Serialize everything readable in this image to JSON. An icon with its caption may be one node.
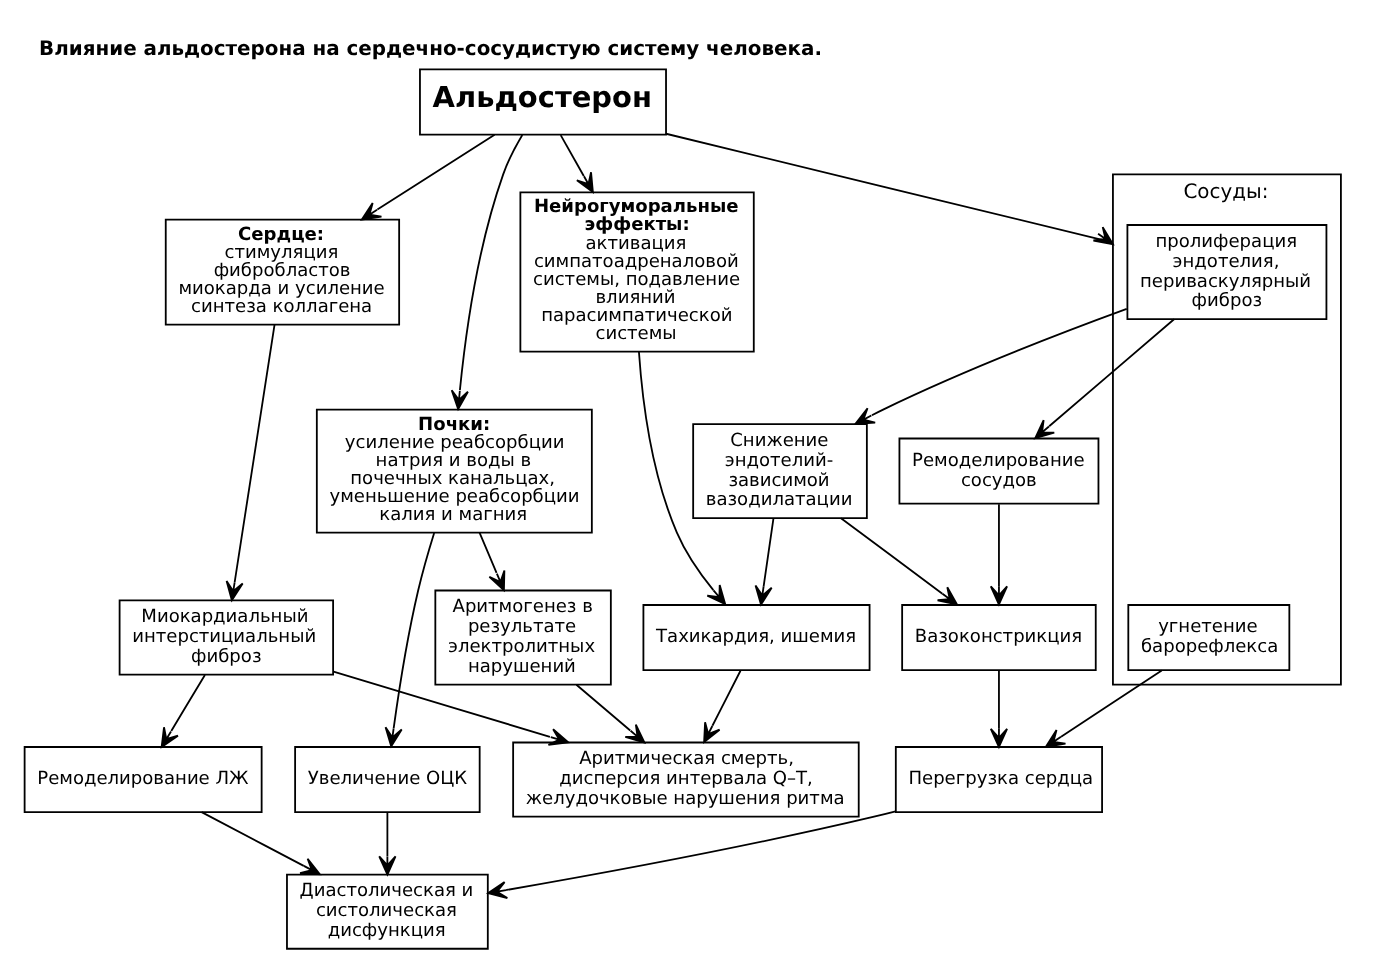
{
  "diagram": {
    "title": "Влияние альдостерона на сердечно-сосудистую систему человека.",
    "nodes": [
      {
        "text": [
          "Альдостерон"
        ]
      },
      {
        "text": [
          "Почки:",
          "усиление реабсорбции натрия и воды в почечных канальцах, уменьшение реабсорбции калия и магния"
        ]
      },
      {
        "text": [
          "Нейрогуморальные эффекты:",
          "активация симпатоадреналовой системы, подавление влияний парасимпатической системы"
        ]
      },
      {
        "text": [
          "Сердце:",
          "стимуляция фибробластов миокарда и усиление синтеза коллагена"
        ]
      },
      {
        "text": [
          "Сосуды:"
        ]
      },
      {
        "text": [
          "пролиферация эндотелия, периваскулярный фиброз"
        ],
        "in": 4
      },
      {
        "text": [
          "угнетение барорефлекса"
        ],
        "in": 4
      },
      {
        "text": [
          "Увеличение ОЦК"
        ]
      },
      {
        "text": [
          "Аритмогенез в результате электролитных нарушений"
        ]
      },
      {
        "text": [
          "Тахикардия, ишемия"
        ]
      },
      {
        "text": [
          "Миокардиальный интерстициальный фиброз"
        ]
      },
      {
        "text": [
          "Ремоделирование сосудов"
        ]
      },
      {
        "text": [
          "Снижение эндотелий-зависимой вазодилатации"
        ]
      },
      {
        "text": [
          "Ремоделирование ЛЖ"
        ]
      },
      {
        "text": [
          "Вазоконстрикция"
        ]
      },
      {
        "text": [
          "Аритмическая смерть, дисперсия интервала Q–T, желудочковые нарушения ритма"
        ]
      },
      {
        "text": [
          "Диастолическая и систолическая дисфункция"
        ]
      },
      {
        "text": [
          "Перегрузка сердца"
        ]
      }
    ],
    "edges": [
      {
        "from": 0,
        "to": 1,
        "arrow": "to"
      },
      {
        "from": 0,
        "to": 2,
        "arrow": "to"
      },
      {
        "from": 0,
        "to": 3,
        "arrow": "to"
      },
      {
        "from": 0,
        "to": 4,
        "arrow": "to"
      },
      {
        "from": 1,
        "to": 7,
        "arrow": "to"
      },
      {
        "from": 1,
        "to": 8,
        "arrow": "to"
      },
      {
        "from": 2,
        "to": 9,
        "arrow": "to"
      },
      {
        "from": 3,
        "to": 10,
        "arrow": "to"
      },
      {
        "from": 5,
        "to": 11,
        "arrow": "to"
      },
      {
        "from": 5,
        "to": 12,
        "arrow": "to"
      },
      {
        "from": 6,
        "to": 17,
        "arrow": "to"
      },
      {
        "from": 12,
        "to": 9,
        "arrow": "to"
      },
      {
        "from": 10,
        "to": 13,
        "arrow": "to"
      },
      {
        "from": 11,
        "to": 14,
        "arrow": "to"
      },
      {
        "from": 12,
        "to": 14,
        "arrow": "to"
      },
      {
        "from": 7,
        "to": 16,
        "arrow": "to"
      },
      {
        "from": 8,
        "to": 15,
        "arrow": "to"
      },
      {
        "from": 9,
        "to": 15,
        "arrow": "to"
      },
      {
        "from": 10,
        "to": 15,
        "arrow": "to"
      },
      {
        "from": 13,
        "to": 16,
        "arrow": "to"
      },
      {
        "from": 14,
        "to": 17,
        "arrow": "to"
      },
      {
        "from": 17,
        "to": 16,
        "arrow": "to"
      }
    ]
  }
}
